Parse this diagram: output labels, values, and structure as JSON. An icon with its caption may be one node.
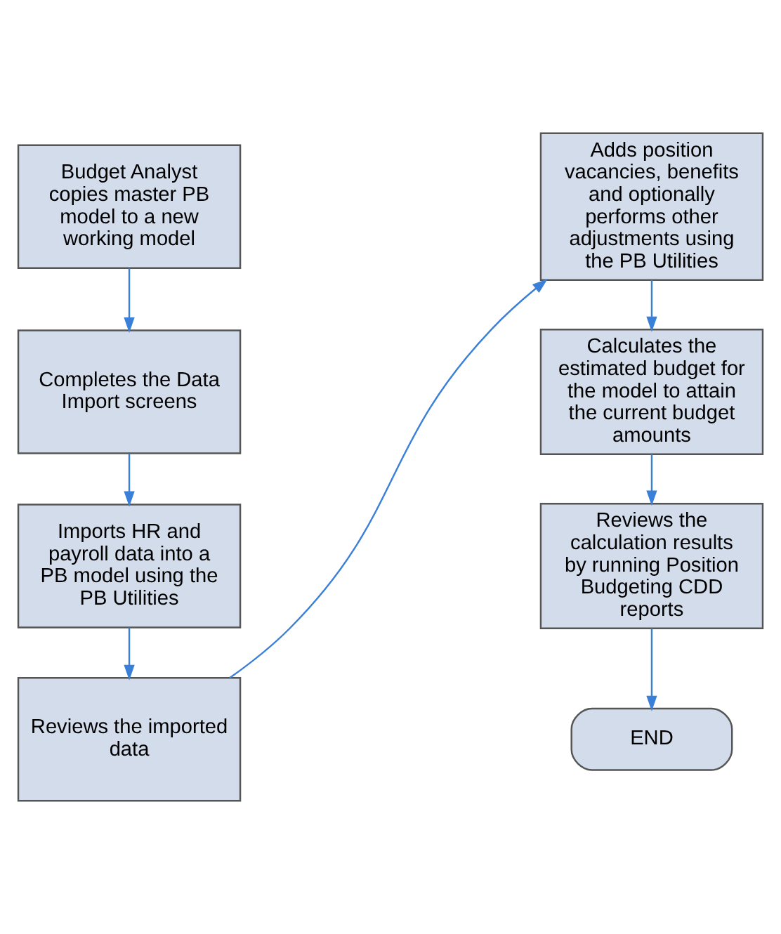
{
  "diagram": {
    "nodes": [
      {
        "text": [
          "Budget Analyst copies master PB model to a new working model"
        ]
      },
      {
        "text": [
          "Completes the Data Import screens"
        ]
      },
      {
        "text": [
          "Imports HR and payroll data into a PB model using the PB Utilities"
        ]
      },
      {
        "text": [
          "Reviews the imported data"
        ]
      },
      {
        "text": [
          "Adds position vacancies, benefits and optionally performs other adjustments using the PB Utilities"
        ]
      },
      {
        "text": [
          "Calculates the estimated budget for the model to attain the current budget amounts"
        ]
      },
      {
        "text": [
          "Reviews the calculation results by running Position Budgeting CDD reports"
        ]
      },
      {
        "text": [
          "END"
        ]
      }
    ],
    "edges": [
      {
        "from": 0,
        "to": 1,
        "arrow": "to"
      },
      {
        "from": 1,
        "to": 2,
        "arrow": "to"
      },
      {
        "from": 2,
        "to": 3,
        "arrow": "to"
      },
      {
        "from": 3,
        "to": 4,
        "arrow": "to"
      },
      {
        "from": 4,
        "to": 5,
        "arrow": "to"
      },
      {
        "from": 5,
        "to": 6,
        "arrow": "to"
      },
      {
        "from": 6,
        "to": 7,
        "arrow": "to"
      }
    ]
  }
}
